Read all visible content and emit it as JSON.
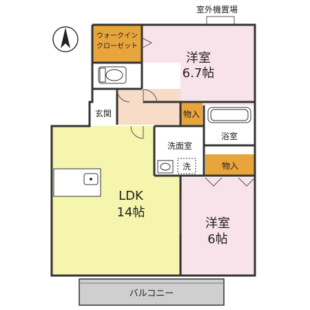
{
  "colors": {
    "ldk": "#f5f5ae",
    "bedroom": "#f9e3ea",
    "closet": "#e8a53c",
    "wet": "#ffffff",
    "floor_hall": "#f7dcc8",
    "balcony": "#cfcfcf",
    "wall": "#333333",
    "text": "#222222"
  },
  "labels": {
    "outdoor_unit": "室外機置場",
    "walk_in_closet_line1": "ウォークイン",
    "walk_in_closet_line2": "クローゼット",
    "bedroom1_name": "洋室",
    "bedroom1_size": "6.7帖",
    "entrance": "玄関",
    "storage1": "物入",
    "bathroom": "浴室",
    "washroom": "洗面室",
    "washer": "洗",
    "storage2": "物入",
    "ldk_name": "LDK",
    "ldk_size": "14帖",
    "bedroom2_name": "洋室",
    "bedroom2_size": "6帖",
    "balcony": "バルコニー"
  },
  "icons": {
    "compass": "north-arrow-icon",
    "toilet": "toilet-icon",
    "bathtub": "bathtub-icon",
    "kitchen_sink": "kitchen-sink-icon",
    "wash_basin": "wash-basin-icon",
    "washing_machine": "washing-machine-icon"
  }
}
